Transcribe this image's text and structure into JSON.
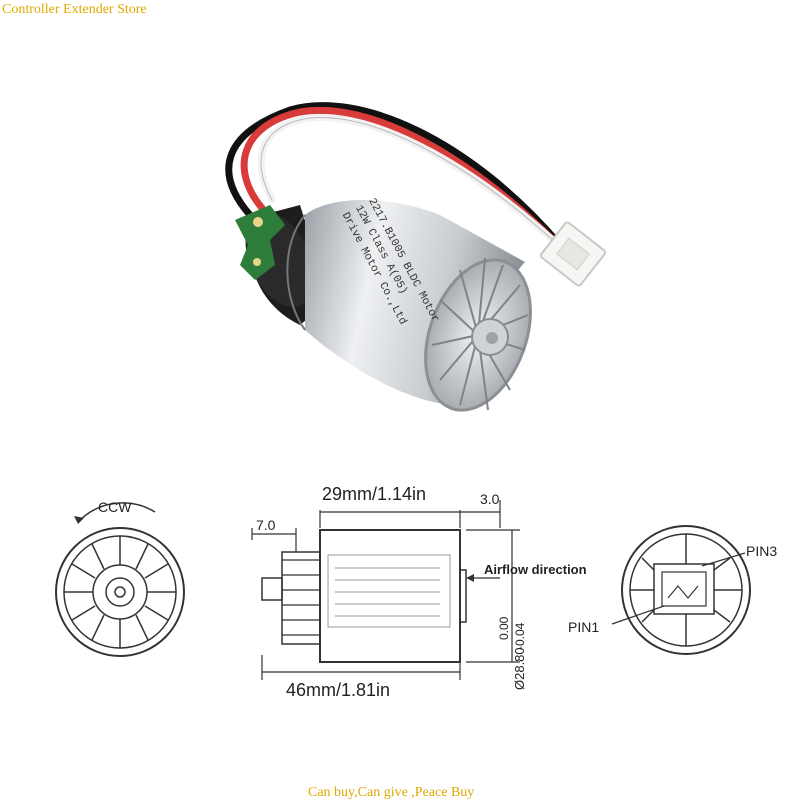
{
  "watermark_top": "Controller Extender Store",
  "watermark_bottom": "Can buy,Can give ,Peace Buy",
  "photo": {
    "label_lines": [
      "2217.B1005 BLDC Motor",
      "12W Class A(05)",
      "Drive Motor Co.,Ltd"
    ]
  },
  "drawing": {
    "direction_label": "CCW",
    "length_top": "29mm/1.14in",
    "dim_right_top": "3.0",
    "dim_left": "7.0",
    "airflow_label": "Airflow direction",
    "tolerance": "0.00",
    "tolerance2": "-0.04",
    "diameter": "Ø28.80",
    "length_bottom": "46mm/1.81in",
    "pin1": "PIN1",
    "pin3": "PIN3"
  },
  "colors": {
    "watermark": "#e0a800",
    "line": "#333333"
  }
}
